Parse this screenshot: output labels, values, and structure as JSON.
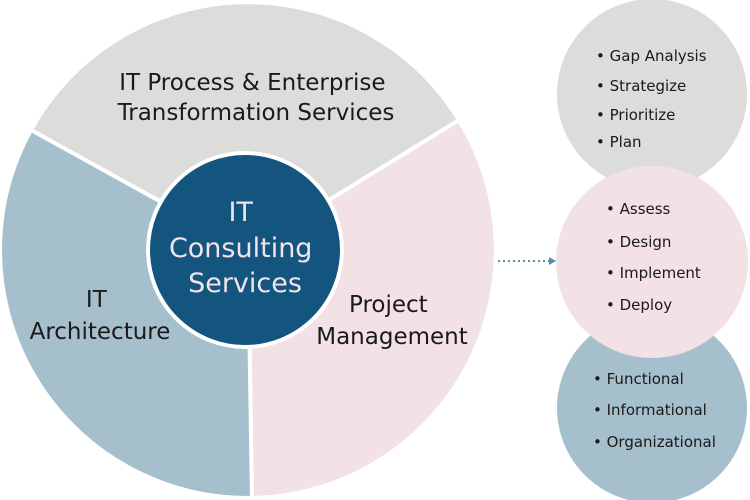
{
  "center": {
    "lines": [
      "IT",
      "Consulting",
      "Services"
    ]
  },
  "segments": {
    "process": {
      "lines": [
        "IT Process & Enterprise",
        "Transformation Services"
      ]
    },
    "architecture": {
      "lines": [
        "IT",
        "Architecture"
      ]
    },
    "project": {
      "lines": [
        "Project",
        "Management"
      ]
    }
  },
  "detail_circles": {
    "process": {
      "items": [
        "Gap Analysis",
        "Strategize",
        "Prioritize",
        "Plan"
      ]
    },
    "project": {
      "items": [
        "Assess",
        "Design",
        "Implement",
        "Deploy"
      ]
    },
    "architecture": {
      "items": [
        "Functional",
        "Informational",
        "Organizational"
      ]
    }
  },
  "colors": {
    "gray": "#DCDCDB",
    "pink": "#F2E1E5",
    "blue": "#A5BFCD",
    "center": "#13557F",
    "arrow": "#5B8CB0"
  }
}
